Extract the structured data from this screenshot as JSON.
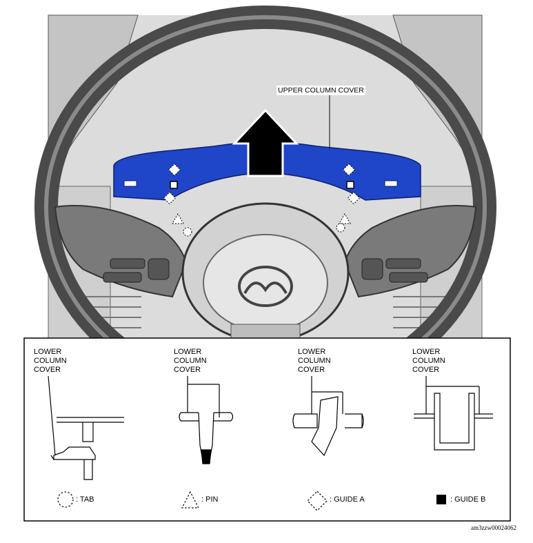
{
  "callout": {
    "upper_column_cover": "UPPER COLUMN COVER"
  },
  "details": [
    {
      "label": "LOWER COLUMN COVER",
      "lines": [
        "LOWER",
        "COLUMN",
        "COVER"
      ],
      "fastener": "tab"
    },
    {
      "label": "LOWER COLUMN COVER",
      "lines": [
        "LOWER",
        "COLUMN",
        "COVER"
      ],
      "fastener": "pin"
    },
    {
      "label": "LOWER COLUMN COVER",
      "lines": [
        "LOWER",
        "COLUMN",
        "COVER"
      ],
      "fastener": "guide-a"
    },
    {
      "label": "LOWER COLUMN COVER",
      "lines": [
        "LOWER",
        "COLUMN",
        "COVER"
      ],
      "fastener": "guide-b"
    }
  ],
  "legend": {
    "tab": ": TAB",
    "pin": ": PIN",
    "guide_a": ": GUIDE A",
    "guide_b": ": GUIDE B"
  },
  "figure_id": "am3zzw00024062",
  "colors": {
    "cover_highlight": "#1f45c8",
    "arrow": "#000000",
    "line_art": "#333333",
    "background": "#ffffff"
  },
  "icons": {
    "tab": "dashed-circle-icon",
    "pin": "dashed-triangle-icon",
    "guide_a": "dashed-diamond-icon",
    "guide_b": "filled-square-icon"
  }
}
